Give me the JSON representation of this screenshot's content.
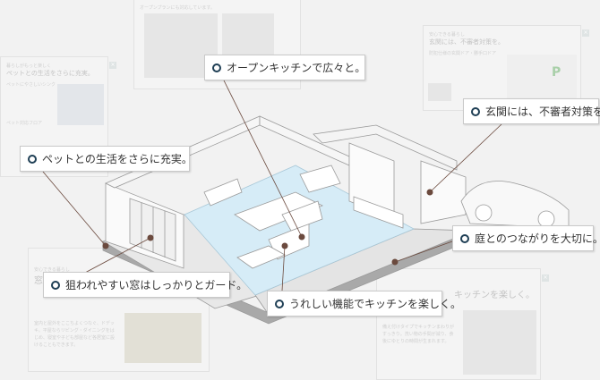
{
  "panels": {
    "kitchen": {
      "heading": "オープンプランにも対応しています。"
    },
    "pet": {
      "subheading": "暮らしがもっと楽しく",
      "heading": "ペットとの生活をさらに充実。",
      "item1": "ペットにやさしいシンク",
      "item2": "ペット対応フロア"
    },
    "entrance": {
      "subheading": "安心できる暮らし",
      "heading": "玄関には、不審者対策を。",
      "item1": "防犯仕様の玄関ドア・勝手口ドア"
    },
    "window": {
      "subheading": "安心できる暮らし",
      "heading": "窓",
      "body": "室内と屋外をここちよくつなぐ、ドデッキ。平屋ならリビング・ダイニングをはじめ、寝室や子ども部屋など各居室に設けることもできます。"
    },
    "dishwasher": {
      "heading": "キッチンを楽しく。",
      "body": "備え付けタイプでキッチンまわりがすっきり。洗い物の手間が減り、食後にゆとりの時間が生まれます。"
    }
  },
  "callouts": [
    {
      "id": "open-kitchen",
      "label": "オープンキッチンで広々と。"
    },
    {
      "id": "entrance",
      "label": "玄関には、不審者対策を。"
    },
    {
      "id": "pet",
      "label": "ペットとの生活をさらに充実。"
    },
    {
      "id": "window",
      "label": "狙われやすい窓はしっかりとガード。"
    },
    {
      "id": "kitchen",
      "label": "うれしい機能でキッチンを楽しく。"
    },
    {
      "id": "garden",
      "label": "庭とのつながりを大切に。"
    }
  ],
  "colors": {
    "accent_ring": "#1f3f55",
    "marker": "#6b4a3e",
    "floor": "#d6ecf7"
  }
}
